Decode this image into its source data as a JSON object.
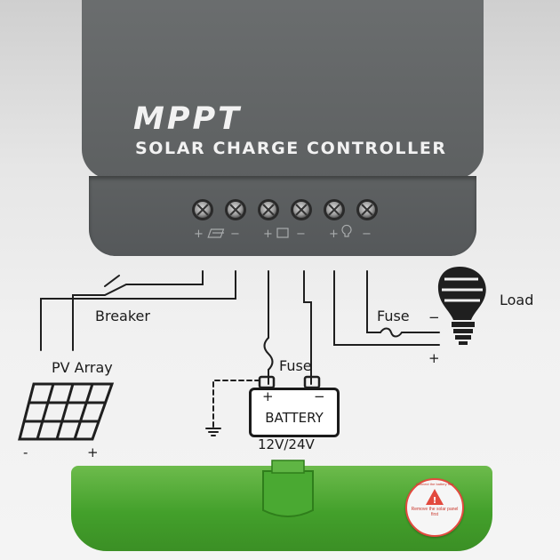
{
  "controller": {
    "title": "MPPT",
    "subtitle": "SOLAR CHARGE CONTROLLER"
  },
  "terminals": {
    "count": 6,
    "polarity_marks": [
      "+",
      "−",
      "+",
      "−",
      "+",
      "−"
    ]
  },
  "wiring": {
    "breaker": "Breaker",
    "pv_array": "PV Array",
    "pv_minus": "-",
    "pv_plus": "+",
    "battery_fuse": "Fuse",
    "battery": "BATTERY",
    "battery_voltage": "12V/24V",
    "battery_plus": "+",
    "battery_minus": "−",
    "load_fuse": "Fuse",
    "load": "Load",
    "load_minus": "−",
    "load_plus": "+"
  },
  "cover_seal": {
    "ring_text": "Connect the battery first",
    "inner_text": "Remove the solar panel first"
  },
  "colors": {
    "housing": "#616465",
    "cover": "#4caf34",
    "seal_red": "#e24a3e"
  }
}
